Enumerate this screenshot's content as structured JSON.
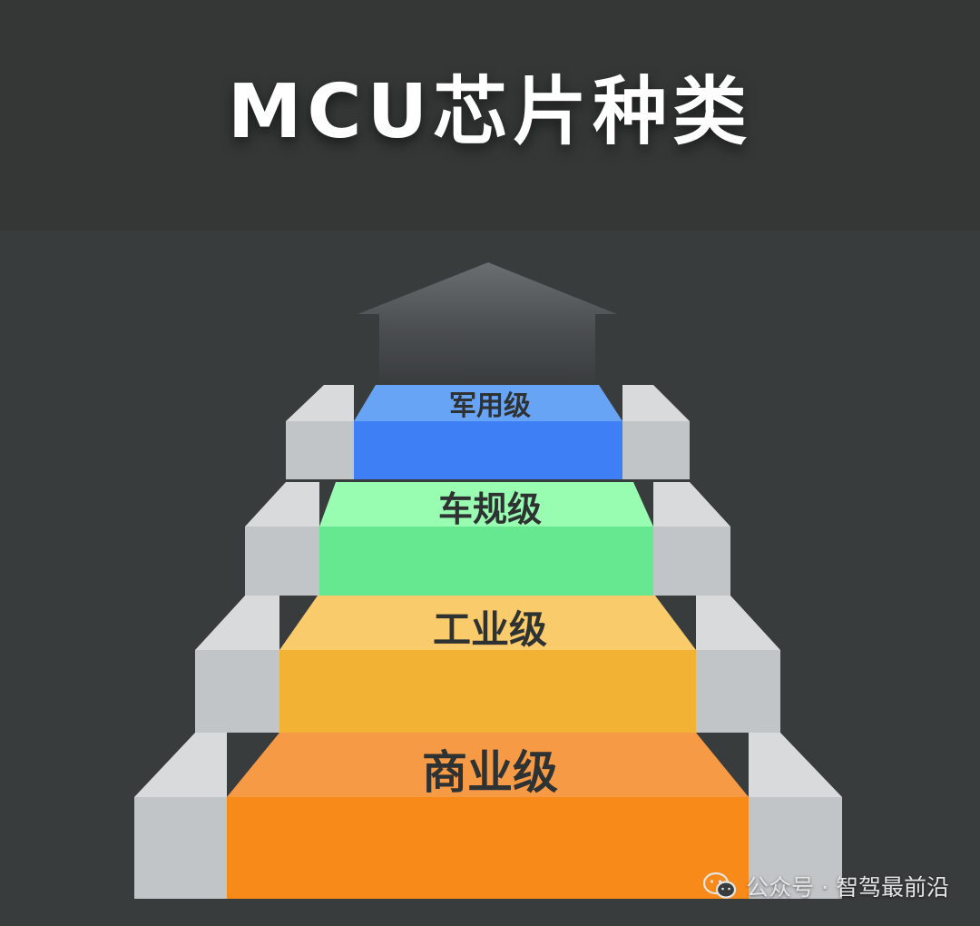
{
  "title": "MCU芯片种类",
  "steps": {
    "military": "军用级",
    "automotive": "车规级",
    "industrial": "工业级",
    "commercial": "商业级"
  },
  "watermark": {
    "icon": "wechat-icon",
    "text": "公众号 · 智驾最前沿"
  },
  "colors": {
    "background": "#393c3d",
    "header_band": "#353737",
    "military_top": "#68a4f6",
    "military_front": "#3f7ff5",
    "automotive_top": "#98fdb1",
    "automotive_front": "#66e890",
    "industrial_top": "#f9cb6a",
    "industrial_front": "#f2b233",
    "commercial_top": "#f79a45",
    "commercial_front": "#f78a18",
    "stone_top": "#d8dadb",
    "stone_front": "#c2c5c7"
  }
}
